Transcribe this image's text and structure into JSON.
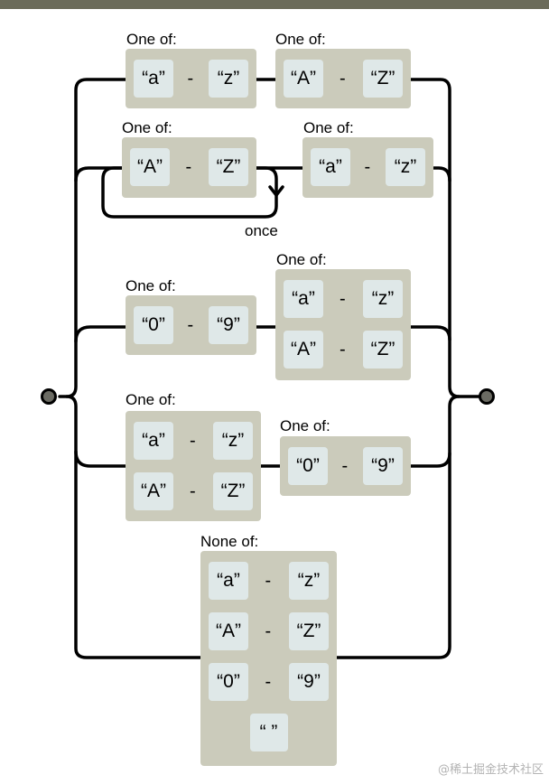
{
  "top_bar_color": "#6b6b5a",
  "group_fill": "#cbcbbb",
  "literal_fill": "#dfe8e8",
  "range_separator": "-",
  "loop_label": "once",
  "watermark": "@稀土掘金技术社区",
  "branches": [
    {
      "groups": [
        {
          "label": "One of:",
          "ranges": [
            [
              "“a”",
              "“z”"
            ]
          ]
        },
        {
          "label": "One of:",
          "ranges": [
            [
              "“A”",
              "“Z”"
            ]
          ]
        }
      ]
    },
    {
      "groups": [
        {
          "label": "One of:",
          "ranges": [
            [
              "“A”",
              "“Z”"
            ]
          ]
        },
        {
          "label": "One of:",
          "ranges": [
            [
              "“a”",
              "“z”"
            ]
          ]
        }
      ]
    },
    {
      "groups": [
        {
          "label": "One of:",
          "ranges": [
            [
              "“0”",
              "“9”"
            ]
          ]
        },
        {
          "label": "One of:",
          "ranges": [
            [
              "“a”",
              "“z”"
            ],
            [
              "“A”",
              "“Z”"
            ]
          ]
        }
      ]
    },
    {
      "groups": [
        {
          "label": "One of:",
          "ranges": [
            [
              "“a”",
              "“z”"
            ],
            [
              "“A”",
              "“Z”"
            ]
          ]
        },
        {
          "label": "One of:",
          "ranges": [
            [
              "“0”",
              "“9”"
            ]
          ]
        }
      ]
    },
    {
      "groups": [
        {
          "label": "None of:",
          "ranges": [
            [
              "“a”",
              "“z”"
            ],
            [
              "“A”",
              "“Z”"
            ],
            [
              "“0”",
              "“9”"
            ]
          ],
          "single": "“ ”"
        }
      ]
    }
  ]
}
